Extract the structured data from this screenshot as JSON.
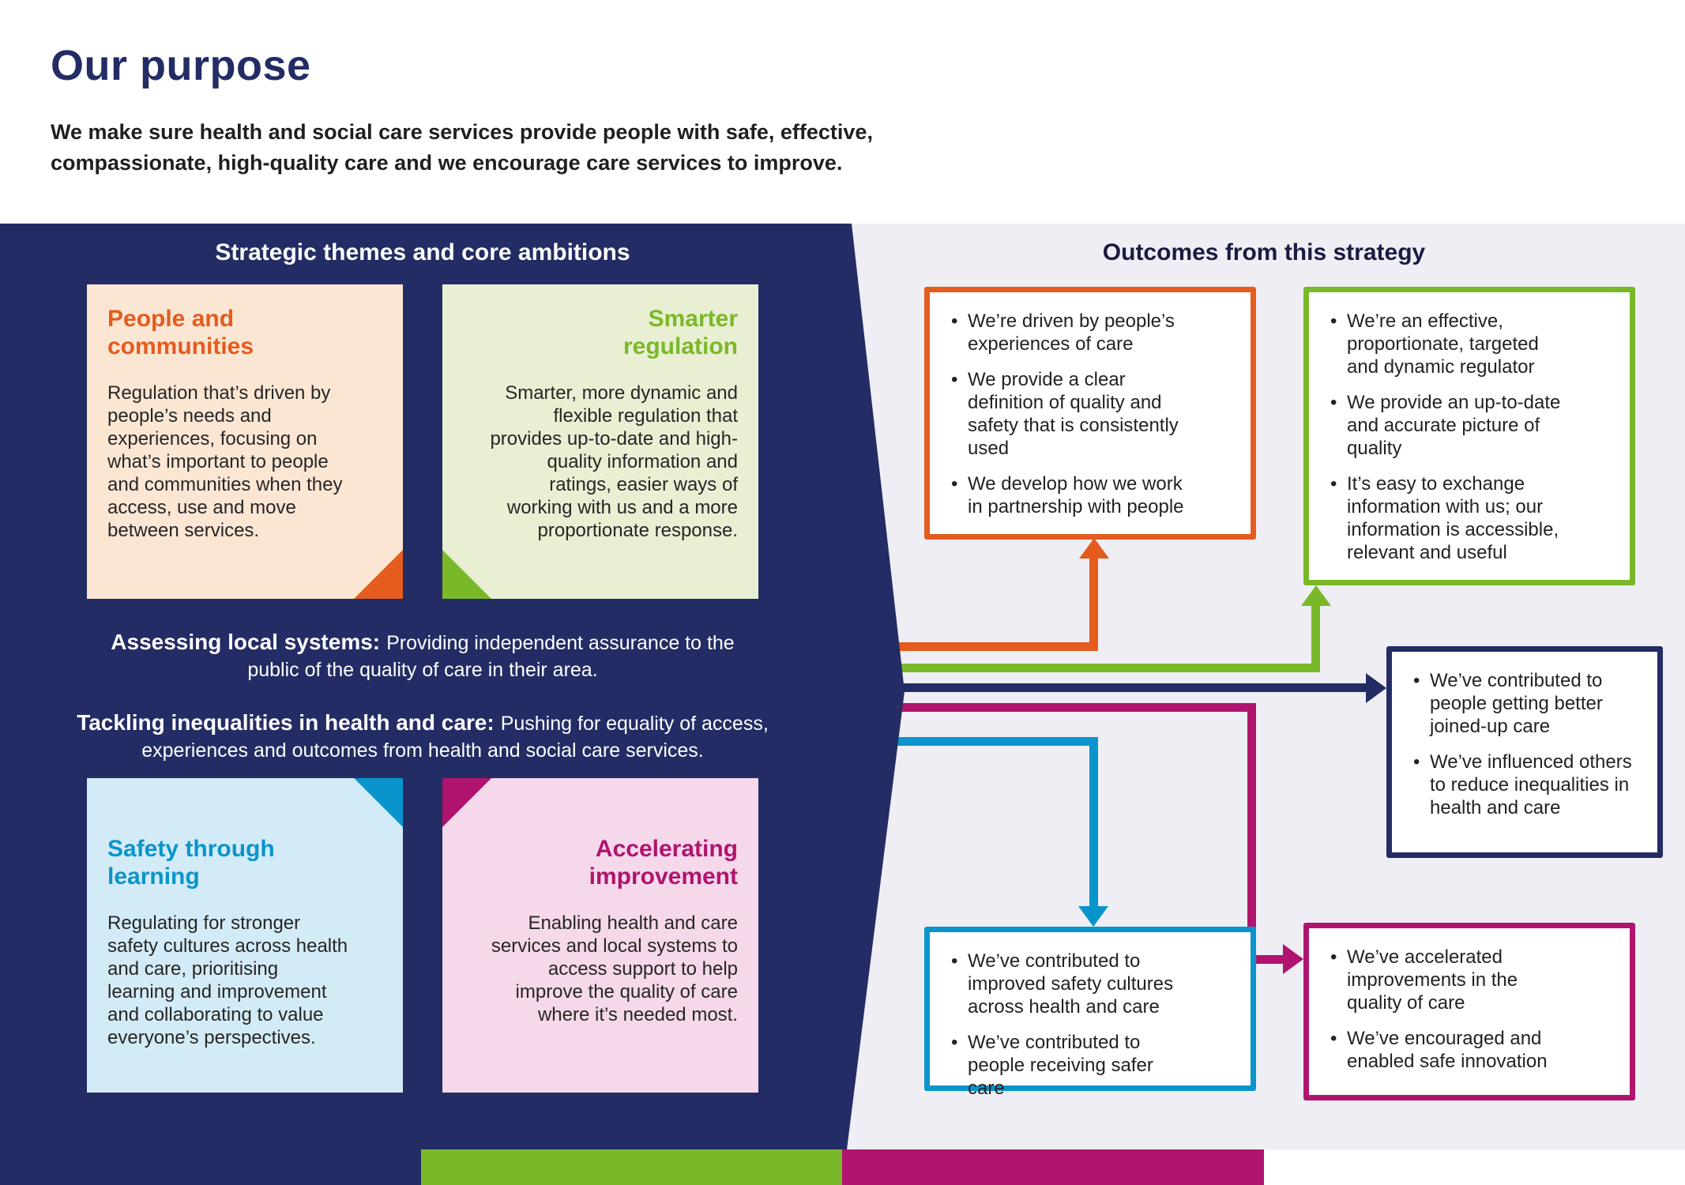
{
  "header": {
    "title": "Our purpose",
    "subtitle": "We make sure health and social care services provide people with safe, effective, compassionate, high-quality care and we encourage care services to improve."
  },
  "strategic": {
    "heading": "Strategic themes and core ambitions",
    "cards": {
      "people": {
        "title": "People and communities",
        "body": "Regulation that’s driven by people’s needs and experiences, focusing on what’s important to people and communities when they access, use and move between services."
      },
      "smarter": {
        "title": "Smarter regulation",
        "body": "Smarter, more dynamic and flexible regulation that provides up-to-date and high-quality information and ratings, easier ways of working with us and a more proportionate response."
      },
      "safety": {
        "title": "Safety through learning",
        "body": "Regulating for stronger safety cultures across health and care, prioritising learning and improvement and collaborating to value everyone’s perspectives."
      },
      "accelerating": {
        "title": "Accelerating improvement",
        "body": "Enabling health and care services and local systems to access support to help improve the quality of care where it’s needed most."
      }
    },
    "ambitions": {
      "assessing": {
        "lead": "Assessing local systems:",
        "text": "Providing independent assurance to the public of the quality of care in their area."
      },
      "tackling": {
        "lead": "Tackling inequalities in health and care:",
        "text": "Pushing for equality of access, experiences and outcomes from health and social care services."
      }
    }
  },
  "outcomes": {
    "heading": "Outcomes from this strategy",
    "people": {
      "bullets": [
        "We’re driven by people’s experiences of care",
        "We provide a clear definition of quality and safety that is consistently used",
        "We develop how we work in partnership with people"
      ]
    },
    "smarter": {
      "bullets": [
        "We’re an effective, proportionate, targeted and dynamic regulator",
        "We provide an up-to-date and accurate picture of quality",
        "It’s easy to exchange information with us; our information is accessible, relevant and useful"
      ]
    },
    "systems": {
      "bullets": [
        "We’ve contributed to people getting better joined-up care",
        "We’ve influenced others to reduce inequalities in health and care"
      ]
    },
    "safety": {
      "bullets": [
        "We’ve contributed to improved safety cultures across health and care",
        "We’ve contributed to people receiving safer care"
      ]
    },
    "accelerating": {
      "bullets": [
        "We’ve accelerated improvements in the quality of care",
        "We’ve encouraged and enabled safe innovation"
      ]
    }
  },
  "colors": {
    "navy": "#232c64",
    "orange": "#e45c1e",
    "green": "#7ab829",
    "blue": "#0995cb",
    "magenta": "#b0146e",
    "peach_card_bg": "#fbe6d3",
    "green_card_bg": "#e9efd2",
    "blue_card_bg": "#d3ebf7",
    "pink_card_bg": "#f5d8e9",
    "right_panel_bg": "#eeeef4"
  }
}
